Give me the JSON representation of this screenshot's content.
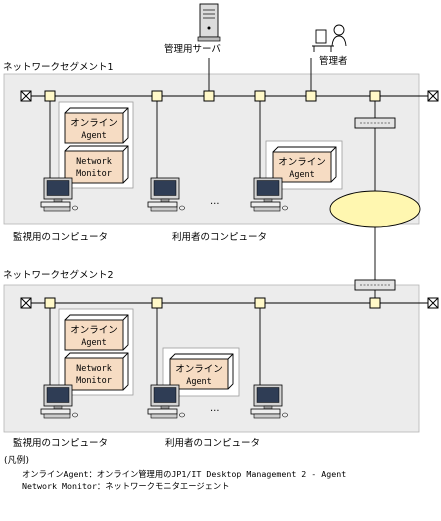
{
  "labels": {
    "management_server": "管理用サーバ",
    "administrator": "管理者",
    "segment1_title": "ネットワークセグメント1",
    "segment2_title": "ネットワークセグメント2",
    "monitor_pc": "監視用のコンピュータ",
    "user_pc": "利用者のコンピュータ",
    "online_agent_line1": "オンライン",
    "online_agent_line2": "Agent",
    "network_monitor_line1": "Network",
    "network_monitor_line2": "Monitor",
    "ellipsis": "…"
  },
  "legend": {
    "title": "(凡例)",
    "online_agent_desc": "オンラインAgent：オンライン管理用のJP1/IT Desktop Management 2 - Agent",
    "network_monitor_desc": "Network Monitor：ネットワークモニタエージェント"
  },
  "colors": {
    "segment_bg": "#ececec",
    "box_fill": "#f6dcc3",
    "node_fill": "#fff8c8",
    "ellipse_fill": "#fff7b0",
    "screen_fill": "#2f3d55"
  }
}
